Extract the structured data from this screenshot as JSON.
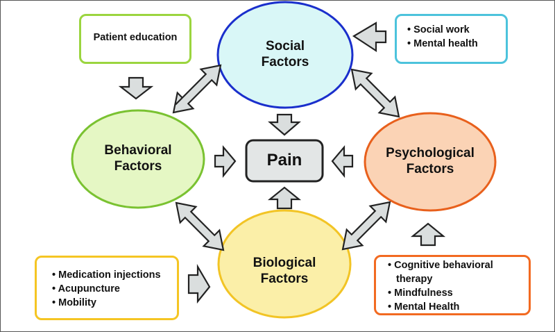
{
  "center": {
    "label": "Pain",
    "fill": "#e3e6e6",
    "stroke": "#222222"
  },
  "factors": [
    {
      "id": "social",
      "line1": "Social",
      "line2": "Factors",
      "fill": "#d9f7f7",
      "stroke": "#1a2fcc"
    },
    {
      "id": "behavioral",
      "line1": "Behavioral",
      "line2": "Factors",
      "fill": "#e5f7c4",
      "stroke": "#7ac231"
    },
    {
      "id": "psychological",
      "line1": "Psychological",
      "line2": "Factors",
      "fill": "#fbd3b5",
      "stroke": "#e8601c"
    },
    {
      "id": "biological",
      "line1": "Biological",
      "line2": "Factors",
      "fill": "#fbefa8",
      "stroke": "#f2c425"
    }
  ],
  "interventions": {
    "patient_education": {
      "items": [
        "Patient education"
      ],
      "stroke": "#9bd53f"
    },
    "social": {
      "items": [
        "Social work",
        "Mental health"
      ],
      "stroke": "#4cc3dc"
    },
    "biological": {
      "items": [
        "Medication injections",
        "Acupuncture",
        "Mobility"
      ],
      "stroke": "#f5c523"
    },
    "psychological": {
      "items": [
        "Cognitive behavioral therapy",
        "Mindfulness",
        "Mental Health"
      ],
      "stroke": "#f26a21"
    }
  },
  "arrow_fill": "#dadede"
}
